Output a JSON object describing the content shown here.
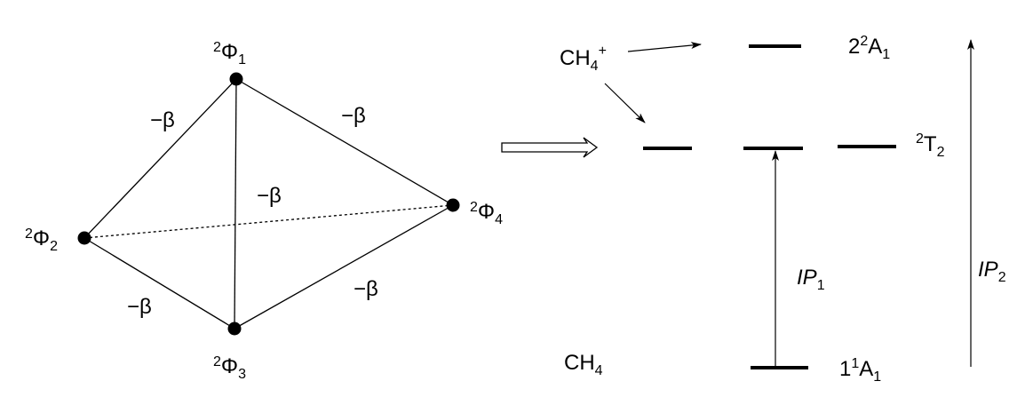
{
  "left_graph": {
    "nodes": [
      {
        "id": "1",
        "symbol": "Φ",
        "superscript": "2",
        "subscript": "1"
      },
      {
        "id": "2",
        "symbol": "Φ",
        "superscript": "2",
        "subscript": "2"
      },
      {
        "id": "3",
        "symbol": "Φ",
        "superscript": "2",
        "subscript": "3"
      },
      {
        "id": "4",
        "symbol": "Φ",
        "superscript": "2",
        "subscript": "4"
      }
    ],
    "edge_label": "−β",
    "edges": [
      {
        "from": "1",
        "to": "2",
        "style": "solid",
        "label": "−β"
      },
      {
        "from": "1",
        "to": "4",
        "style": "solid",
        "label": "−β"
      },
      {
        "from": "1",
        "to": "3",
        "style": "solid",
        "label": "−β"
      },
      {
        "from": "2",
        "to": "3",
        "style": "solid",
        "label": "−β"
      },
      {
        "from": "3",
        "to": "4",
        "style": "solid",
        "label": "−β"
      },
      {
        "from": "2",
        "to": "4",
        "style": "dotted",
        "label": ""
      }
    ]
  },
  "right_diagram": {
    "cation_label": {
      "base": "CH",
      "sub": "4",
      "sup": "+"
    },
    "neutral_label": {
      "base": "CH",
      "sub": "4"
    },
    "levels": {
      "upper": {
        "pre": "2",
        "sup": "2",
        "main": "A",
        "sub": "1"
      },
      "middle": {
        "sup": "2",
        "main": "T",
        "sub": "2"
      },
      "ground": {
        "pre": "1",
        "sup": "1",
        "main": "A",
        "sub": "1"
      }
    },
    "ip1": {
      "main": "IP",
      "sub": "1"
    },
    "ip2": {
      "main": "IP",
      "sub": "2"
    }
  }
}
